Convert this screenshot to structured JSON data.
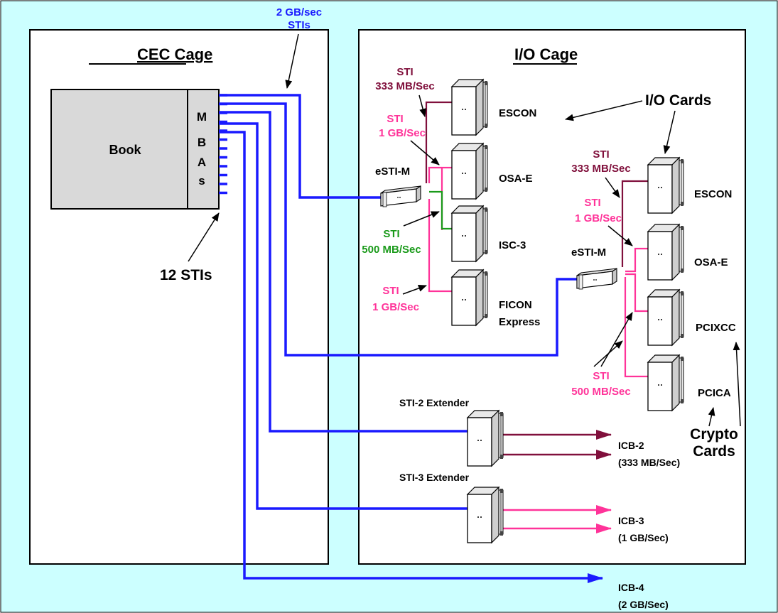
{
  "colors": {
    "background": "#ccffff",
    "blue": "#1a1aff",
    "maroon": "#80103c",
    "pink": "#ff3399",
    "green": "#1a9a1a",
    "book_fill": "#d9d9d9"
  },
  "cec": {
    "title": "CEC Cage",
    "book_label": "Book",
    "mba_letters": [
      "M",
      "B",
      "A",
      "s"
    ],
    "stis_label": "12 STIs"
  },
  "top_link": {
    "line1": "2 GB/sec",
    "line2": "STIs"
  },
  "io": {
    "title": "I/O Cage",
    "io_cards_label": "I/O Cards",
    "left_group": {
      "esti_label": "eSTI-M",
      "sti_333": {
        "line1": "STI",
        "line2": "333 MB/Sec"
      },
      "sti_1gb_top": {
        "line1": "STI",
        "line2": "1 GB/Sec"
      },
      "sti_500": {
        "line1": "STI",
        "line2": "500 MB/Sec"
      },
      "sti_1gb_bottom": {
        "line1": "STI",
        "line2": "1 GB/Sec"
      },
      "cards": [
        {
          "line1": "ESCON",
          "line2": ""
        },
        {
          "line1": "OSA-E",
          "line2": ""
        },
        {
          "line1": "ISC-3",
          "line2": ""
        },
        {
          "line1": "FICON",
          "line2": "Express"
        }
      ]
    },
    "right_group": {
      "esti_label": "eSTI-M",
      "sti_333": {
        "line1": "STI",
        "line2": "333 MB/Sec"
      },
      "sti_1gb": {
        "line1": "STI",
        "line2": "1 GB/Sec"
      },
      "sti_500": {
        "line1": "STI",
        "line2": "500 MB/Sec"
      },
      "cards": [
        {
          "line1": "ESCON"
        },
        {
          "line1": "OSA-E"
        },
        {
          "line1": "PCIXCC"
        },
        {
          "line1": "PCICA"
        }
      ],
      "crypto": {
        "line1": "Crypto",
        "line2": "Cards"
      }
    },
    "extenders": [
      {
        "label": "STI-2 Extender",
        "icb_line1": "ICB-2",
        "icb_line2": "(333 MB/Sec)"
      },
      {
        "label": "STI-3 Extender",
        "icb_line1": "ICB-3",
        "icb_line2": "(1 GB/Sec)"
      }
    ]
  },
  "icb4": {
    "line1": "ICB-4",
    "line2": "(2 GB/Sec)"
  }
}
